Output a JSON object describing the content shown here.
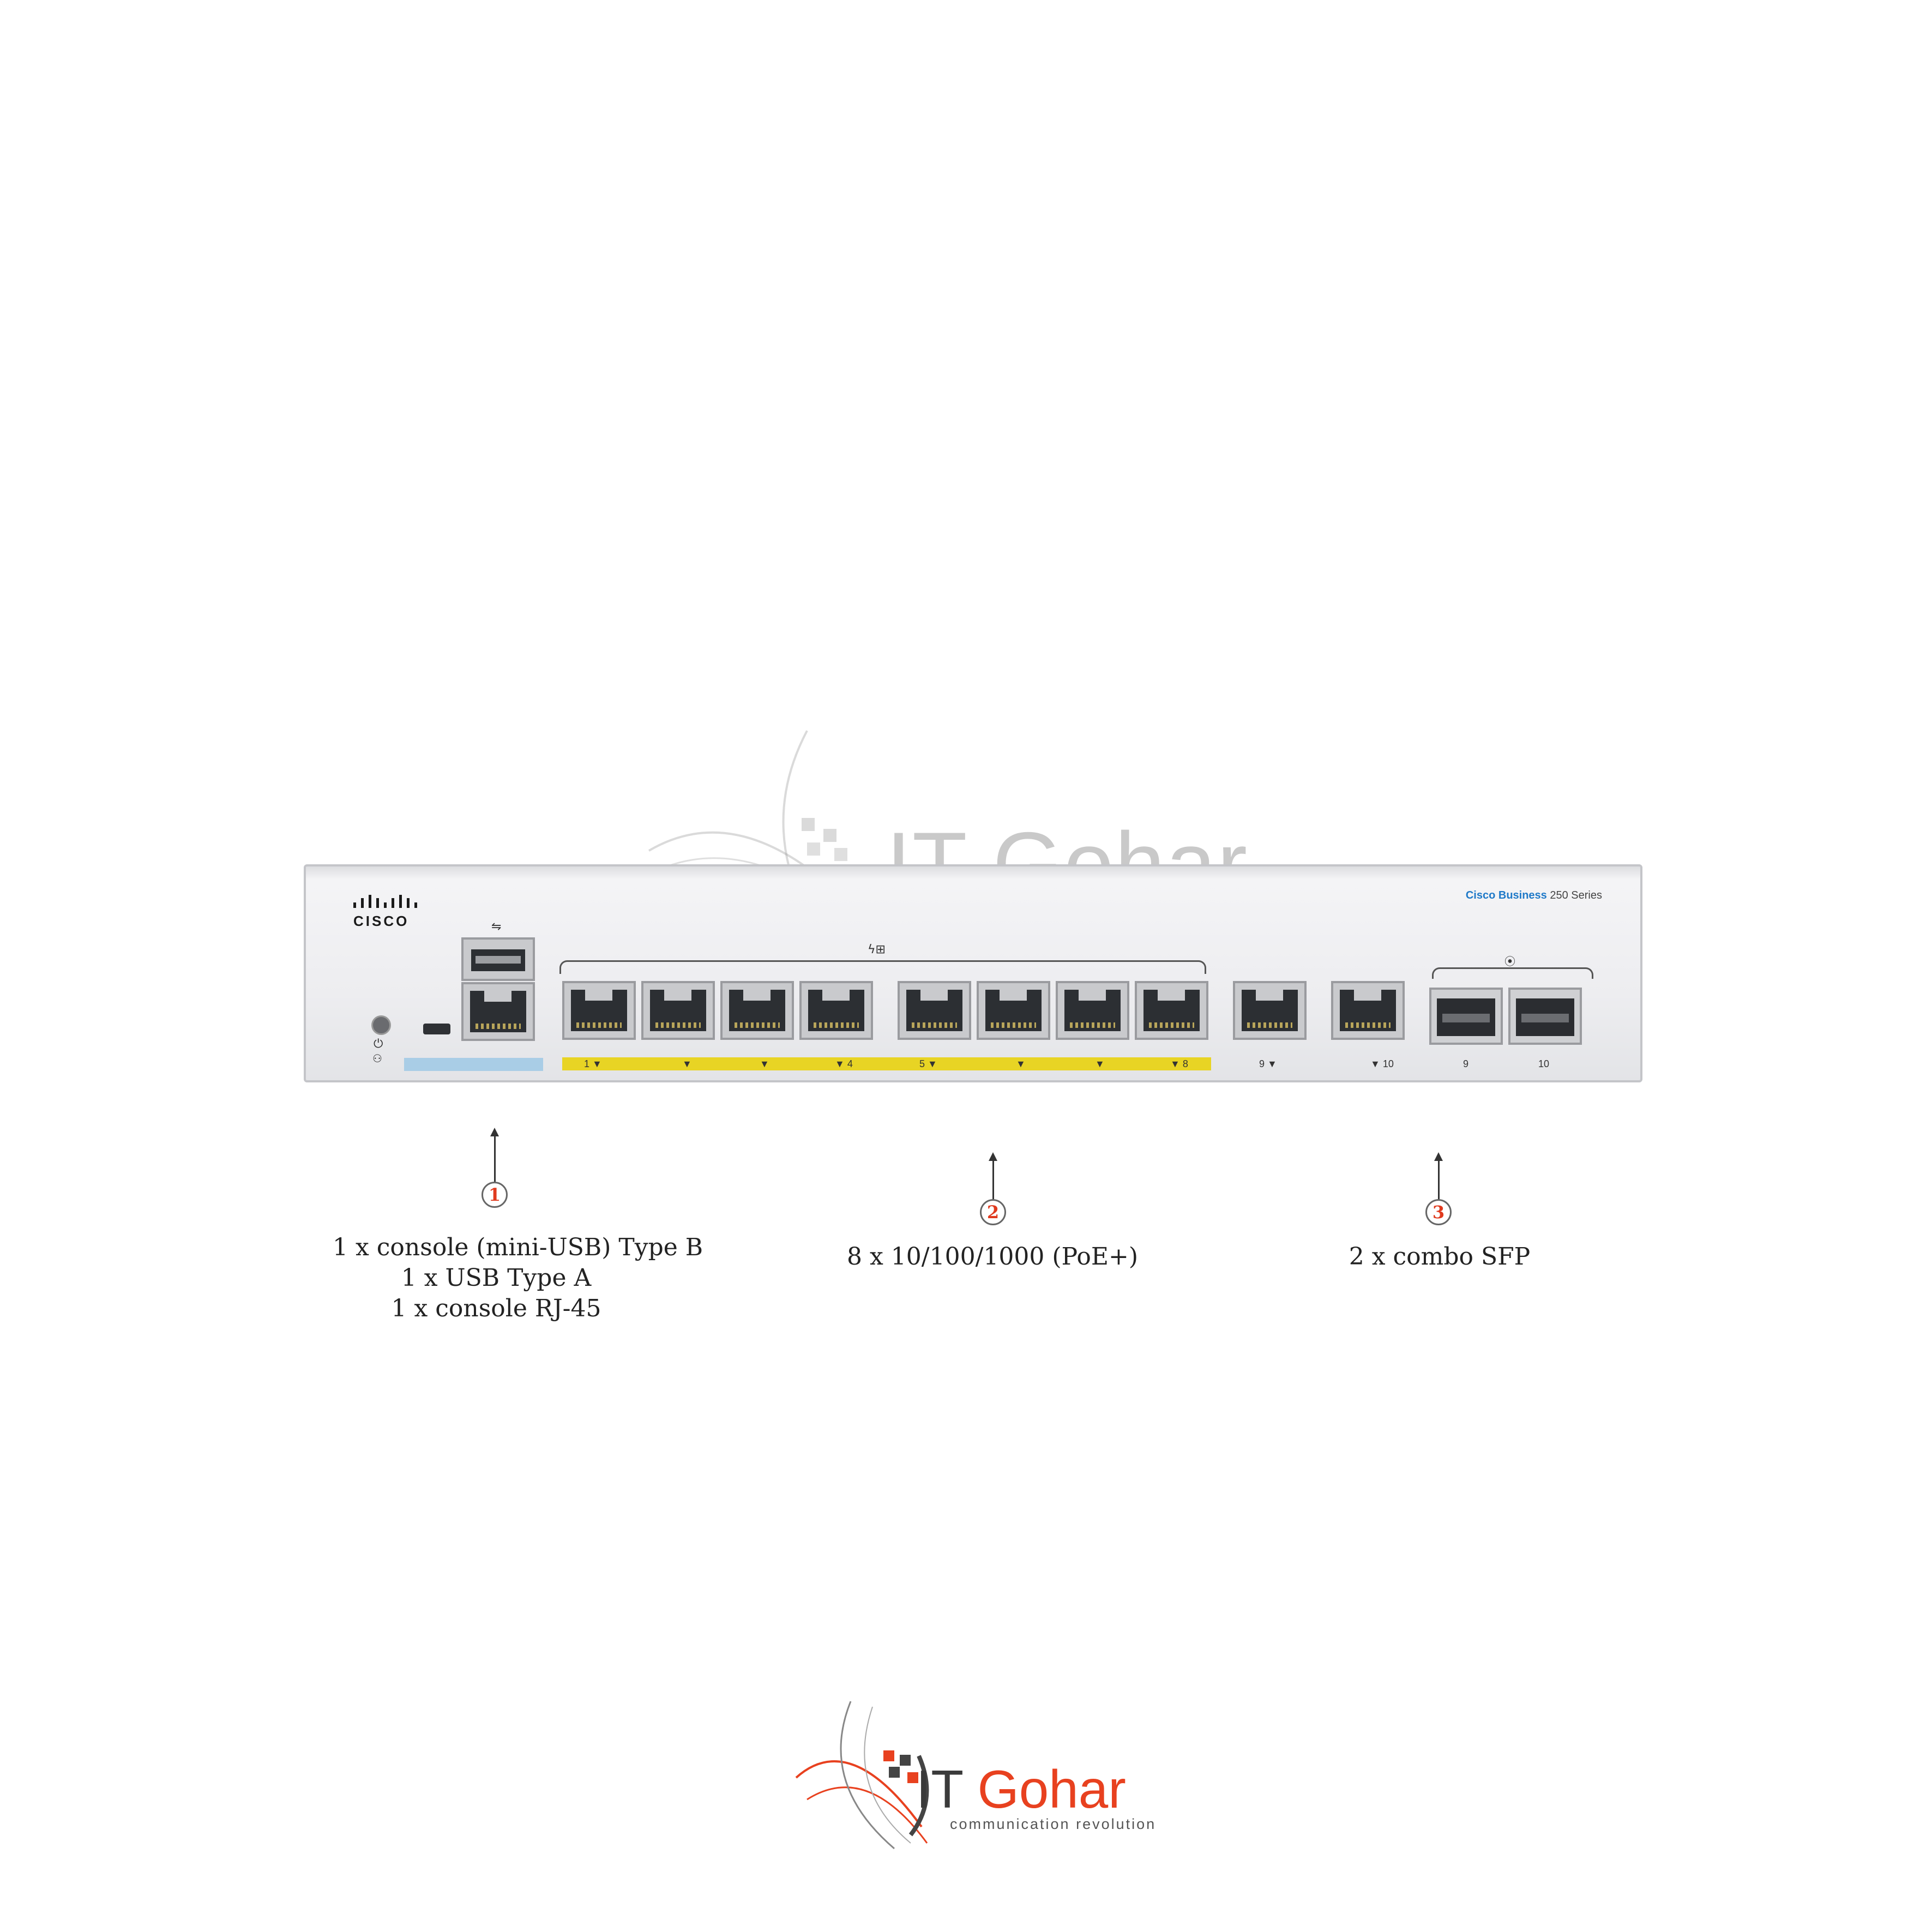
{
  "watermark": {
    "text": "IT Gohar"
  },
  "device": {
    "brand_prefix": "Cisco Business",
    "brand_suffix": "250 Series",
    "logo_word": "CISCO",
    "port_labels": {
      "p1": "1 ▼",
      "p2": "▼",
      "p3": "▼",
      "p4": "▼ 4",
      "p5": "5 ▼",
      "p6": "▼",
      "p7": "▼",
      "p8": "▼ 8",
      "p9": "9 ▼",
      "p10": "▼ 10",
      "sfp9": "9",
      "sfp10": "10"
    },
    "colors": {
      "poe_strip": "#e8d424",
      "console_strip": "#a9cde6"
    }
  },
  "callouts": [
    {
      "number": "1",
      "lines": [
        "1 x console (mini-USB) Type B",
        "1 x USB Type A",
        "1 x console RJ-45"
      ]
    },
    {
      "number": "2",
      "lines": [
        "8 x 10/100/1000 (PoE+)"
      ]
    },
    {
      "number": "3",
      "lines": [
        "2 x combo SFP"
      ]
    }
  ],
  "logo": {
    "brand_it": "IT ",
    "brand_name": "Gohar",
    "tagline": "communication revolution"
  }
}
